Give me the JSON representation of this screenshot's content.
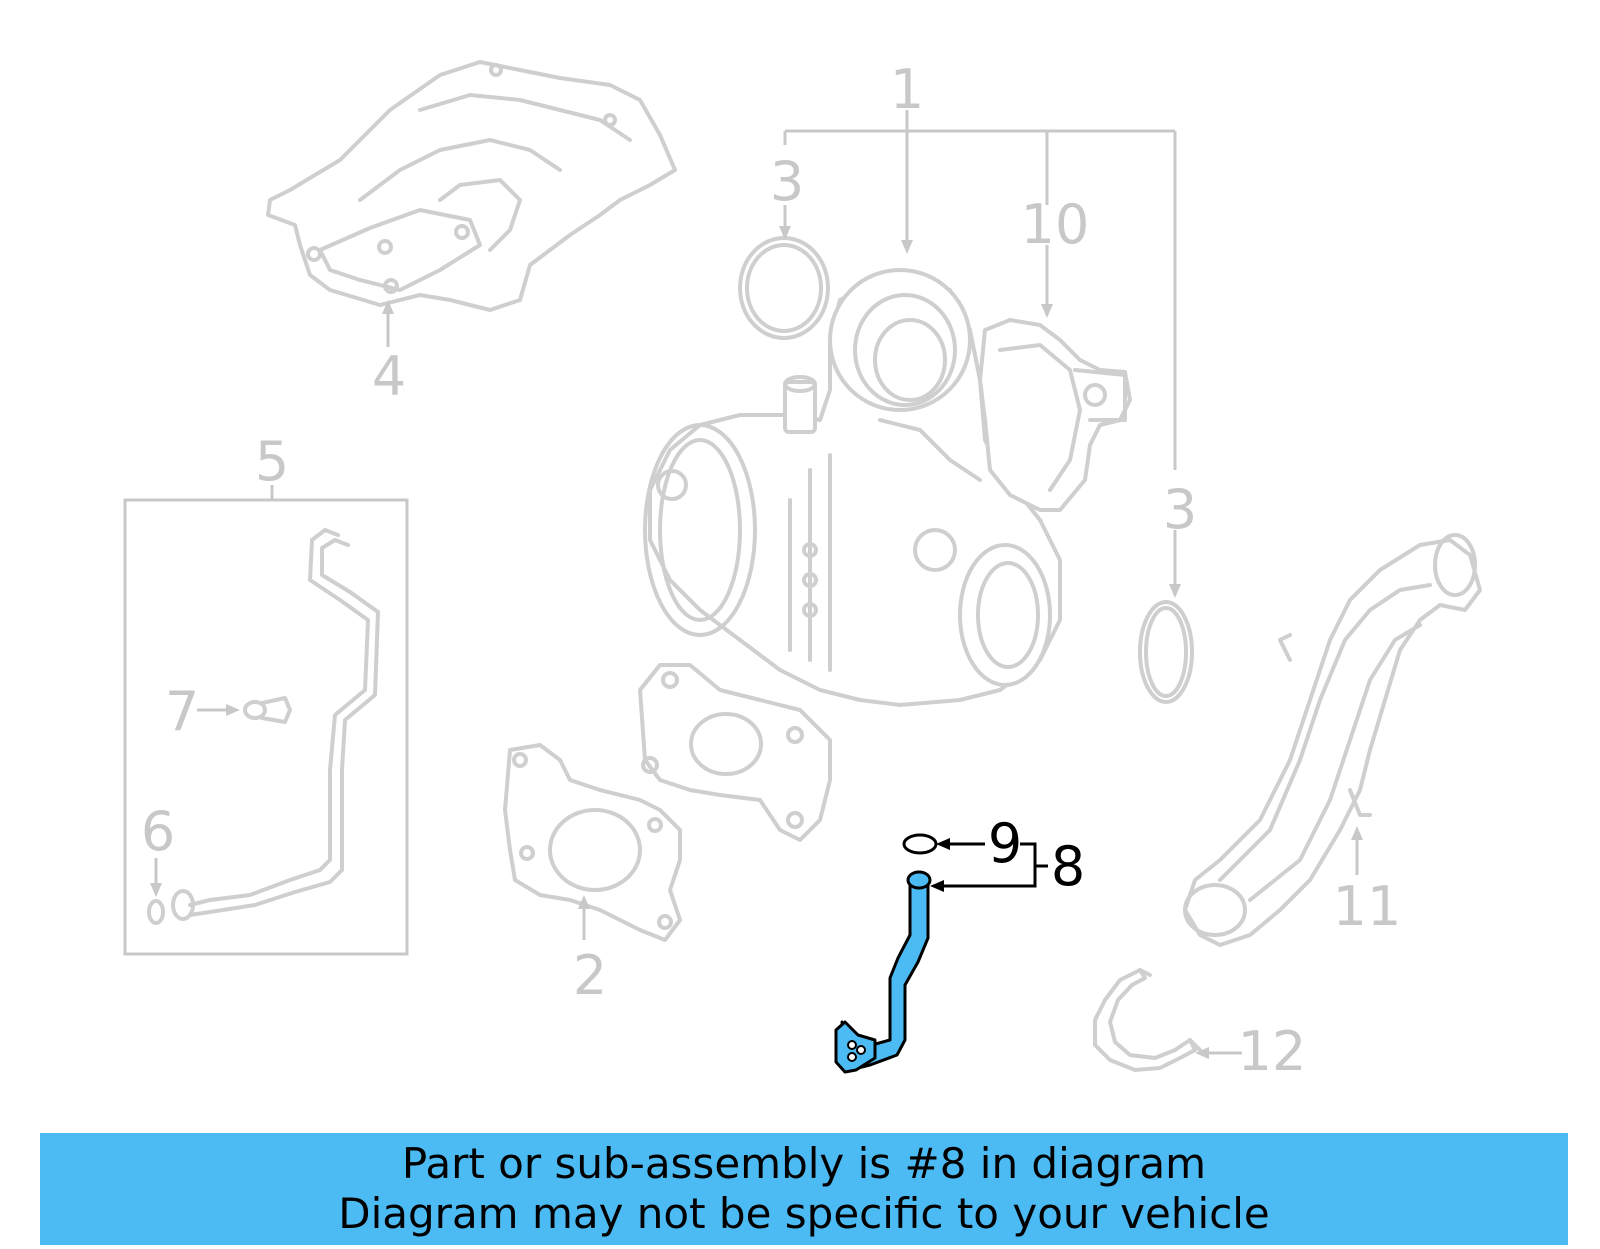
{
  "callouts": [
    {
      "id": "1",
      "text": "1"
    },
    {
      "id": "2",
      "text": "2"
    },
    {
      "id": "3a",
      "text": "3"
    },
    {
      "id": "3b",
      "text": "3"
    },
    {
      "id": "4",
      "text": "4"
    },
    {
      "id": "5",
      "text": "5"
    },
    {
      "id": "6",
      "text": "6"
    },
    {
      "id": "7",
      "text": "7"
    },
    {
      "id": "8",
      "text": "8"
    },
    {
      "id": "9",
      "text": "9"
    },
    {
      "id": "10",
      "text": "10"
    },
    {
      "id": "11",
      "text": "11"
    },
    {
      "id": "12",
      "text": "12"
    }
  ],
  "highlighted_part": "8",
  "colors": {
    "highlight": "#4dbbf3",
    "banner": "#4dbbf3",
    "inactive": "#c8c8c8",
    "active_label": "#000000"
  },
  "banner": {
    "line1": "Part or sub-assembly is #8 in diagram",
    "line2": "Diagram may not be specific to your vehicle"
  }
}
